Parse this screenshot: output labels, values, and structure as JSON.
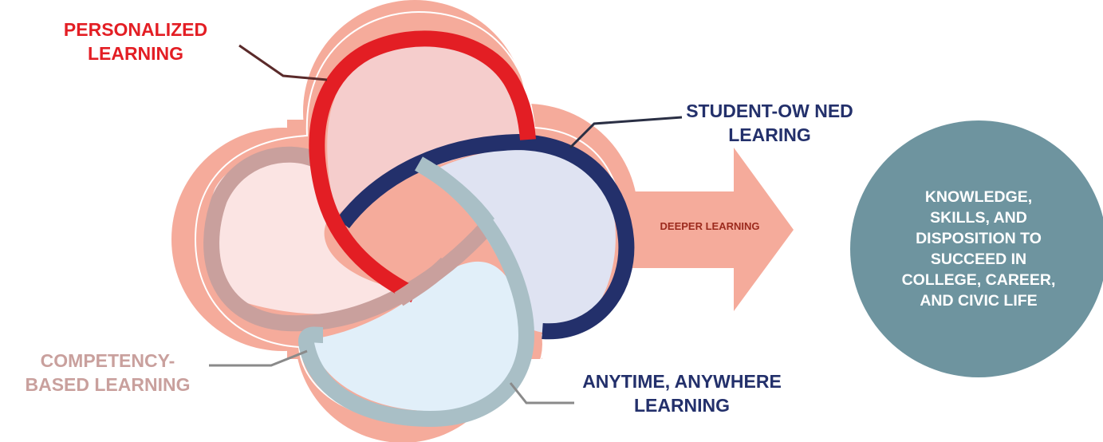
{
  "colors": {
    "outer_shape": "#f5ab9b",
    "outer_shape_inner": "#efa493",
    "personalized": "#e31e24",
    "student_owned": "#23306b",
    "competency": "#c9a09d",
    "anytime": "#a9bfc6",
    "fill_top": "#f5cdcc",
    "fill_left": "#fbe4e3",
    "fill_right": "#dfe3f2",
    "fill_bottom": "#e1eff9",
    "circle": "#6e949f",
    "deeper_text": "#9c2a1d"
  },
  "icons": {
    "arrow": "right-arrow-icon",
    "knot": "four-loop-knot-icon"
  },
  "labels": {
    "personalized": {
      "lines": [
        "PERSONALIZED",
        "LEARNING"
      ],
      "color": "#e31e24"
    },
    "student_owned": {
      "lines": [
        "STUDENT-OW NED",
        "LEARING"
      ],
      "color": "#23306b"
    },
    "competency": {
      "lines": [
        "COMPETENCY-",
        "BASED LEARNING"
      ],
      "color": "#c9a09d"
    },
    "anytime": {
      "lines": [
        "ANYTIME, ANYWHERE",
        "LEARNING"
      ],
      "color": "#23306b"
    },
    "deeper": "DEEPER LEARNING"
  },
  "outcome": {
    "lines": [
      "KNOWLEDGE,",
      "SKILLS, AND",
      "DISPOSITION TO",
      "SUCCEED IN",
      "COLLEGE, CAREER,",
      "AND CIVIC LIFE"
    ]
  }
}
